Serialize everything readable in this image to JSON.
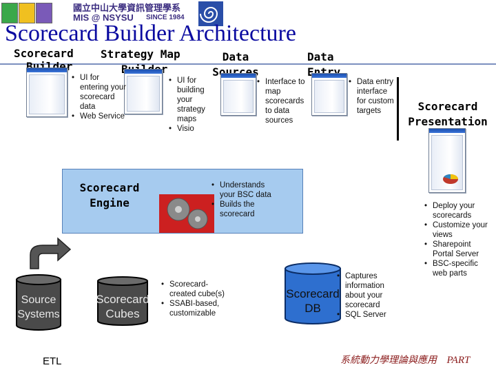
{
  "header": {
    "logo_text_cn": "國立中山大學資訊管理學系",
    "logo_text_mis": "MIS @ NSYSU",
    "logo_since": "SINCE 1984"
  },
  "title": "Scorecard Builder Architecture",
  "columns": {
    "scorecard_builder": {
      "line1": "Scorecard",
      "line2": "Builder"
    },
    "strategy_map_builder": {
      "line1": "Strategy Map",
      "line2": "Builder"
    },
    "data_sources": {
      "line1": "Data",
      "line2": "Sources"
    },
    "data_entry": {
      "line1": "Data",
      "line2": "Entry"
    }
  },
  "bullets": {
    "scorecard_builder": [
      "UI for entering your scorecard data",
      "Web Service"
    ],
    "strategy_map": [
      "UI for building your strategy maps",
      "Visio"
    ],
    "data_sources": [
      "Interface to map scorecards to data sources"
    ],
    "data_entry": [
      "Data entry interface for custom targets"
    ],
    "engine": [
      "Understands your BSC data",
      "Builds the scorecard"
    ],
    "cubes": [
      "Scorecard-created cube(s)",
      "SSABI-based, customizable"
    ],
    "db": [
      "Captures information about your scorecard",
      "SQL Server"
    ],
    "presentation": [
      "Deploy your scorecards",
      "Customize your views",
      "Sharepoint Portal Server",
      "BSC-specific web parts"
    ]
  },
  "presentation": {
    "line1": "Scorecard",
    "line2": "Presentation"
  },
  "engine": {
    "line1": "Scorecard",
    "line2": "Engine"
  },
  "cylinders": {
    "source": {
      "line1": "Source",
      "line2": "Systems"
    },
    "cubes": {
      "line1": "Scorecard",
      "line2": "Cubes"
    },
    "db": {
      "line1": "Scorecard",
      "line2": "DB"
    }
  },
  "etl_label": "ETL",
  "footer": {
    "cn": "系統動力學理論與應用",
    "part": "PART"
  },
  "colors": {
    "engine_fill": "#a6cbef",
    "cylinder_dark": "#4a4a4a",
    "title_bar": "#1a4fb0"
  }
}
